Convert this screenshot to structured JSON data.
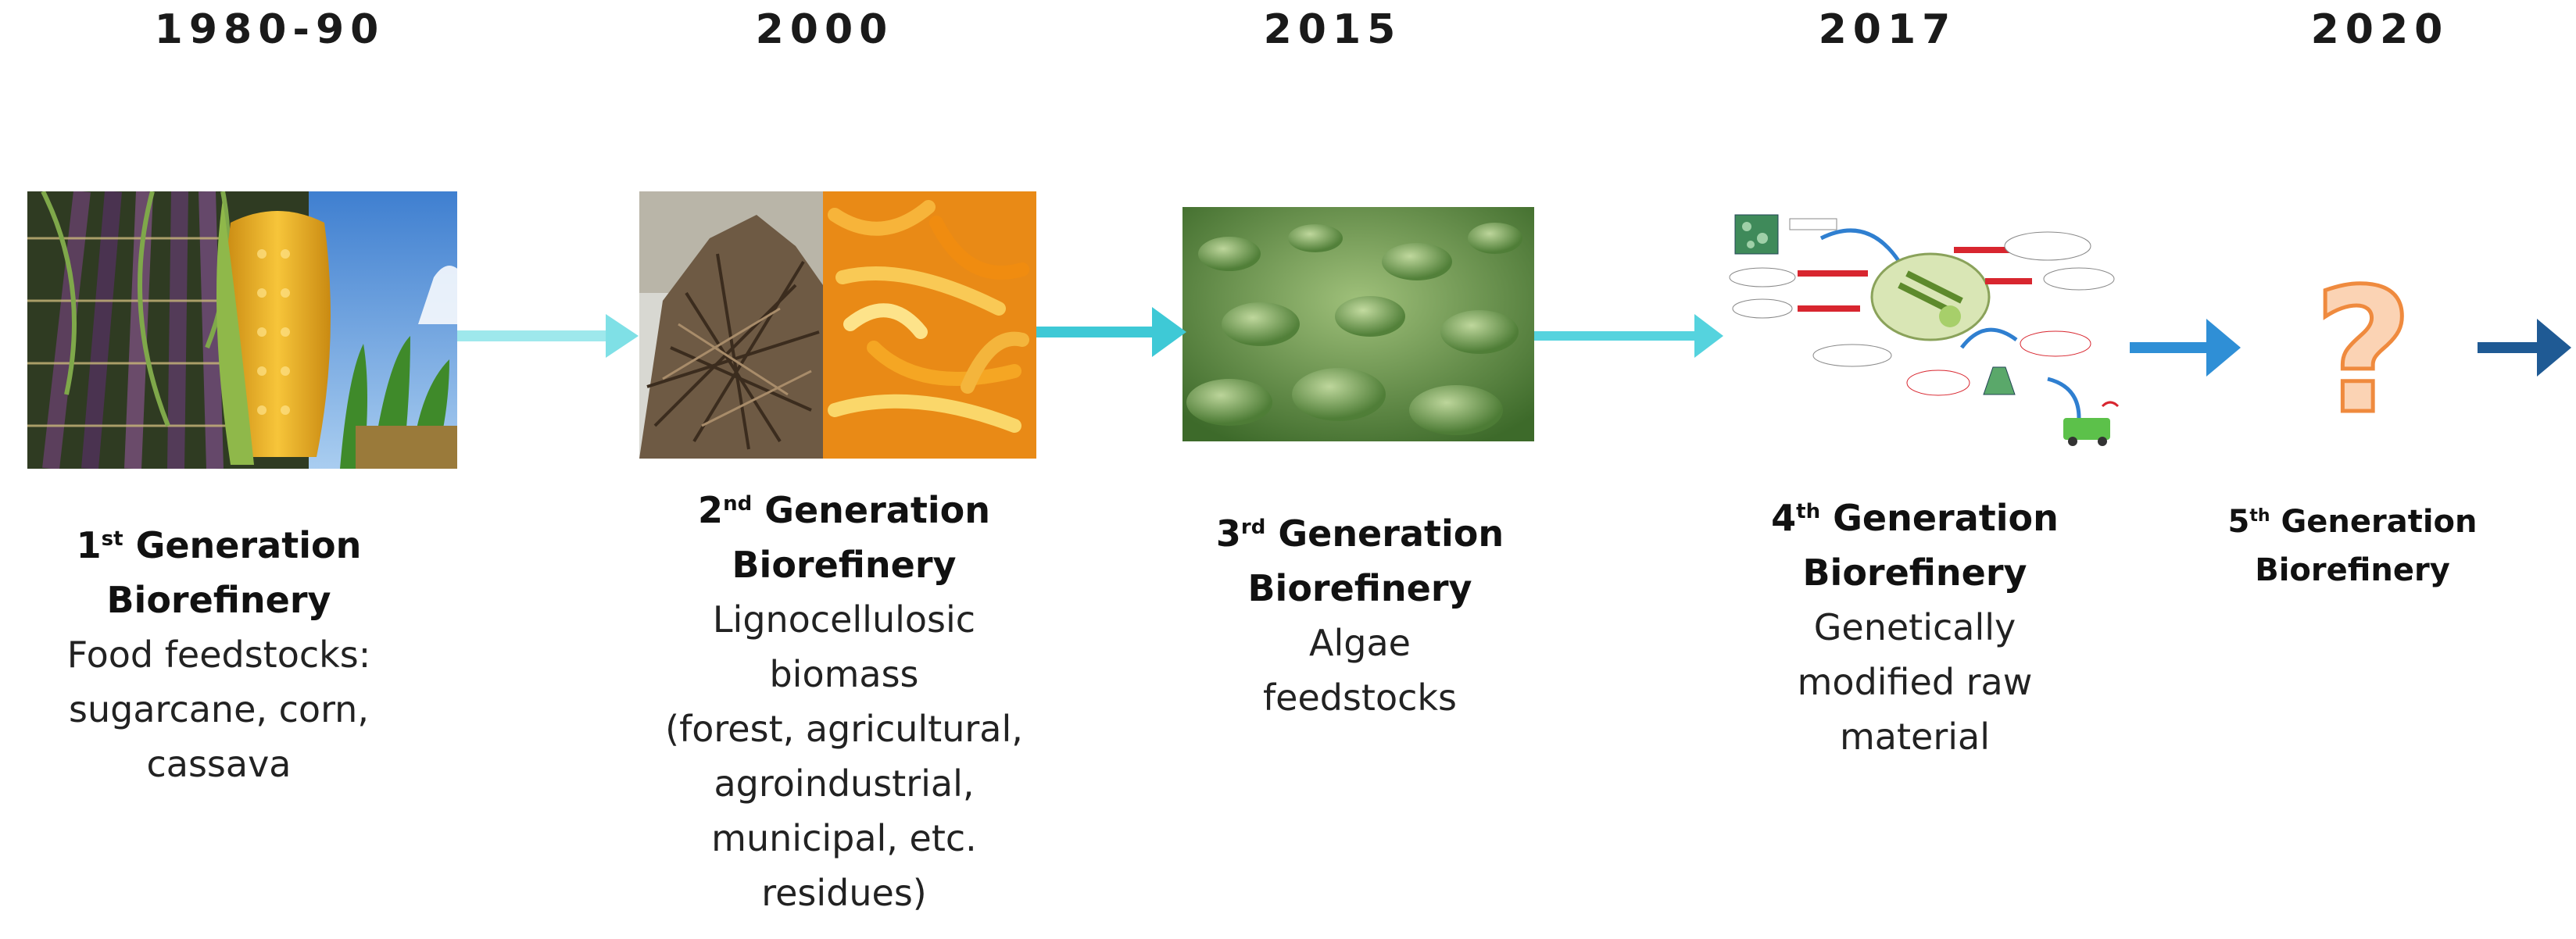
{
  "stages": [
    {
      "year": "1980-90",
      "ordinal_num": "1",
      "ordinal_suffix": "st",
      "title_rest": " Generation",
      "title_line2": "Biorefinery",
      "description": [
        "Food feedstocks:",
        "sugarcane, corn,",
        "cassava"
      ]
    },
    {
      "year": "2000",
      "ordinal_num": "2",
      "ordinal_suffix": "nd",
      "title_rest": " Generation",
      "title_line2": "Biorefinery",
      "description": [
        "Lignocellulosic",
        "biomass",
        "(forest, agricultural,",
        "agroindustrial,",
        "municipal, etc.",
        "residues)"
      ]
    },
    {
      "year": "2015",
      "ordinal_num": "3",
      "ordinal_suffix": "rd",
      "title_rest": " Generation",
      "title_line2": "Biorefinery",
      "description": [
        "Algae",
        "feedstocks"
      ]
    },
    {
      "year": "2017",
      "ordinal_num": "4",
      "ordinal_suffix": "th",
      "title_rest": " Generation",
      "title_line2": "Biorefinery",
      "description": [
        "Genetically",
        "modified raw",
        "material"
      ]
    },
    {
      "year": "2020",
      "ordinal_num": "5",
      "ordinal_suffix": "th",
      "title_rest": " Generation",
      "title_line2": "Biorefinery",
      "description": []
    }
  ],
  "unknown_symbol": "?",
  "colors": {
    "arrow_light": "#7fe0e6",
    "arrow_teal": "#3ec9d6",
    "arrow_blue": "#2f8fd6",
    "arrow_navy": "#1f5a94",
    "question_fill": "#fbd3b4",
    "question_stroke": "#ef8a3e"
  }
}
